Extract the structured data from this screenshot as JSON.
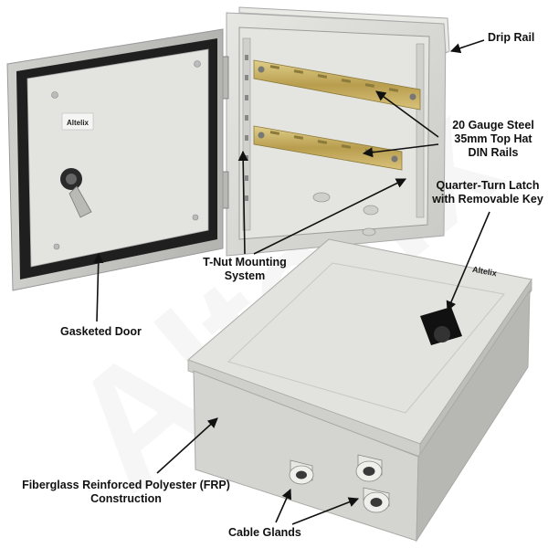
{
  "brand": {
    "door_plate": "Altelix",
    "lid_logo": "Altelix",
    "watermark": "Altelix"
  },
  "callouts": {
    "drip_rail": "Drip Rail",
    "din_rails_line1": "20 Gauge Steel",
    "din_rails_line2": "35mm Top Hat",
    "din_rails_line3": "DIN Rails",
    "latch_line1": "Quarter-Turn Latch",
    "latch_line2": "with Removable Key",
    "tnut_line1": "T-Nut Mounting",
    "tnut_line2": "System",
    "gasketed_door": "Gasketed Door",
    "frp_line1": "Fiberglass Reinforced Polyester (FRP)",
    "frp_line2": "Construction",
    "cable_glands": "Cable Glands"
  },
  "colors": {
    "enclosure_gray": "#d9d9d6",
    "enclosure_shadow": "#b9b9b5",
    "gasket": "#2a2a2a",
    "din_rail": "#c9b26a",
    "latch": "#111111"
  }
}
